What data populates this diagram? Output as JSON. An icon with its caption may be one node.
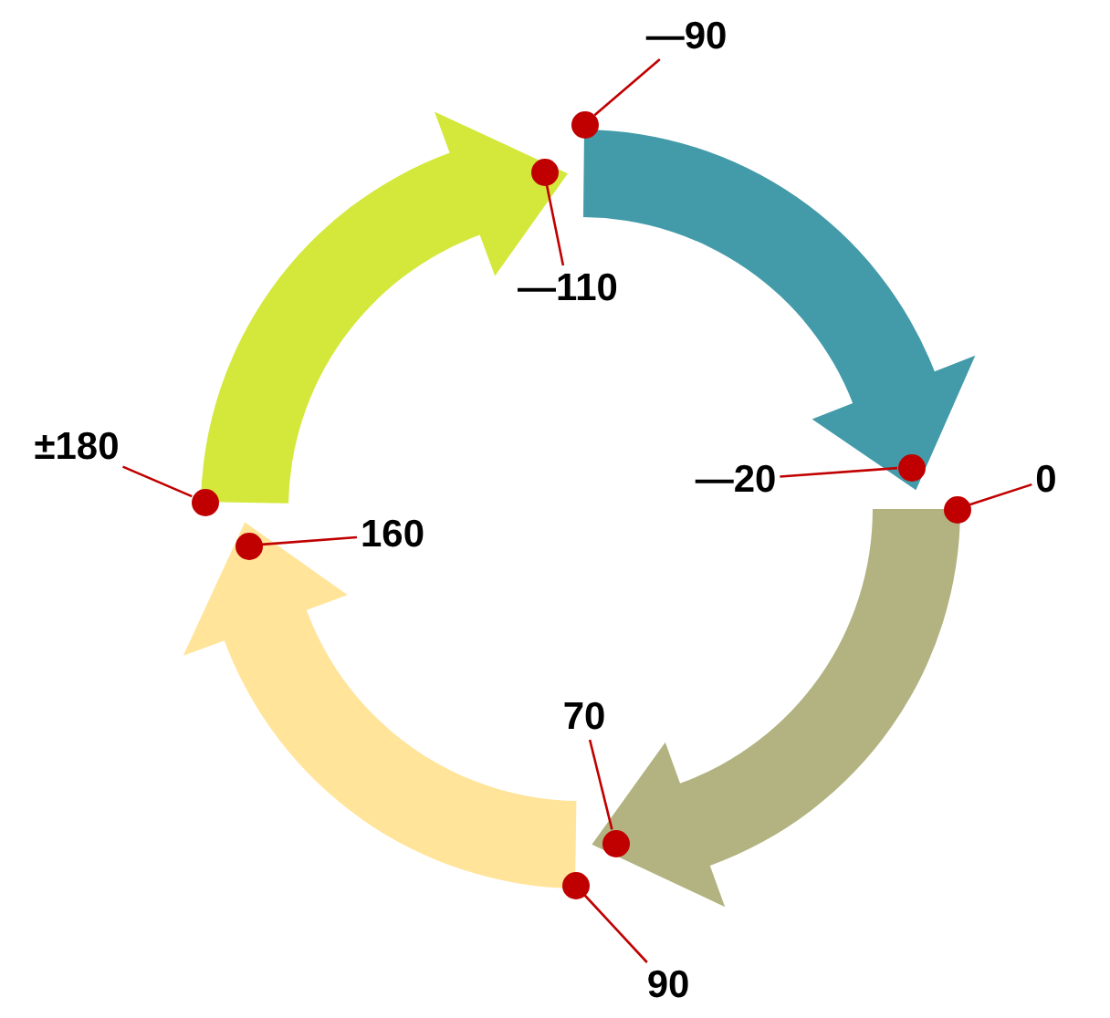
{
  "diagram": {
    "nodes": [
      {
        "text": [
          "—90"
        ]
      },
      {
        "text": [
          "—110"
        ]
      },
      {
        "text": [
          "—20"
        ]
      },
      {
        "text": [
          "0"
        ]
      },
      {
        "text": [
          "70"
        ]
      },
      {
        "text": [
          "90"
        ]
      },
      {
        "text": [
          "160"
        ]
      },
      {
        "text": [
          "±180"
        ]
      },
      {
        "text": [],
        "shape": "circle"
      },
      {
        "text": [],
        "shape": "circle"
      },
      {
        "text": [],
        "shape": "circle"
      },
      {
        "text": [],
        "shape": "circle"
      },
      {
        "text": [],
        "shape": "circle"
      },
      {
        "text": [],
        "shape": "circle"
      },
      {
        "text": [],
        "shape": "circle"
      },
      {
        "text": [],
        "shape": "circle"
      }
    ],
    "edges": [
      {
        "from": 0,
        "to": 8,
        "arrow": "none"
      },
      {
        "from": 1,
        "to": 9,
        "arrow": "none"
      },
      {
        "from": 2,
        "to": 10,
        "arrow": "none"
      },
      {
        "from": 3,
        "to": 11,
        "arrow": "none"
      },
      {
        "from": 4,
        "to": 12,
        "arrow": "none"
      },
      {
        "from": 5,
        "to": 13,
        "arrow": "none"
      },
      {
        "from": 6,
        "to": 14,
        "arrow": "none"
      },
      {
        "from": 7,
        "to": 15,
        "arrow": "none"
      },
      {
        "from": 8,
        "to": 10,
        "arrow": "to",
        "style": "thick",
        "color": "#439ba9"
      },
      {
        "from": 11,
        "to": 12,
        "arrow": "to",
        "style": "thick",
        "color": "#b2b381"
      },
      {
        "from": 13,
        "to": 14,
        "arrow": "to",
        "style": "thick",
        "color": "#ffe499"
      },
      {
        "from": 15,
        "to": 9,
        "arrow": "to",
        "style": "thick",
        "color": "#d4e83b"
      }
    ]
  }
}
